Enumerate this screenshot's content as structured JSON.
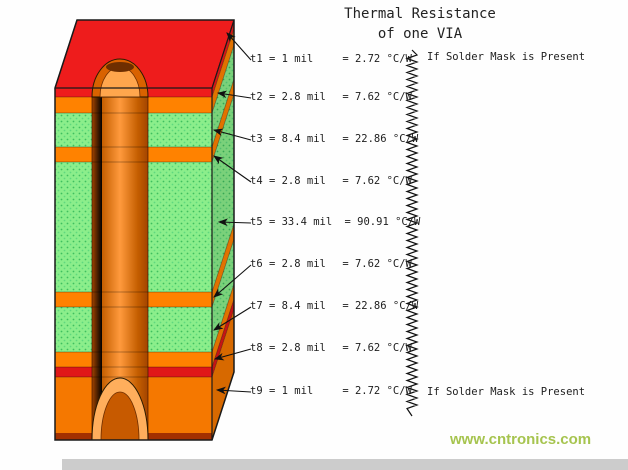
{
  "title": {
    "line1": "Thermal Resistance",
    "line2": "of one VIA"
  },
  "layers": [
    {
      "id": "t1",
      "thickness": "t1 = 1 mil",
      "resistance": "= 2.72 °C/W"
    },
    {
      "id": "t2",
      "thickness": "t2 = 2.8 mil",
      "resistance": "= 7.62 °C/W"
    },
    {
      "id": "t3",
      "thickness": "t3 = 8.4 mil",
      "resistance": "= 22.86 °C/W"
    },
    {
      "id": "t4",
      "thickness": "t4 = 2.8 mil",
      "resistance": "= 7.62 °C/W"
    },
    {
      "id": "t5",
      "thickness": "t5 = 33.4 mil",
      "resistance": "= 90.91 °C/W"
    },
    {
      "id": "t6",
      "thickness": "t6 = 2.8 mil",
      "resistance": "= 7.62 °C/W"
    },
    {
      "id": "t7",
      "thickness": "t7 = 8.4 mil",
      "resistance": "= 22.86 °C/W"
    },
    {
      "id": "t8",
      "thickness": "t8 = 2.8 mil",
      "resistance": "= 7.62 °C/W"
    },
    {
      "id": "t9",
      "thickness": "t9 = 1 mil",
      "resistance": "= 2.72 °C/W"
    }
  ],
  "notes": {
    "top": "If Solder Mask is Present",
    "bottom": "If Solder Mask is Present"
  },
  "watermark": "www.cntronics.com",
  "colors": {
    "substrate_green": "#8BEE8B",
    "copper_orange": "#FF8200",
    "solder_mask_red": "#EE1C1C",
    "via_dark_orange": "#A34400",
    "watermark_green": "#A6C44F",
    "footer_grey": "#CCCCCC"
  }
}
